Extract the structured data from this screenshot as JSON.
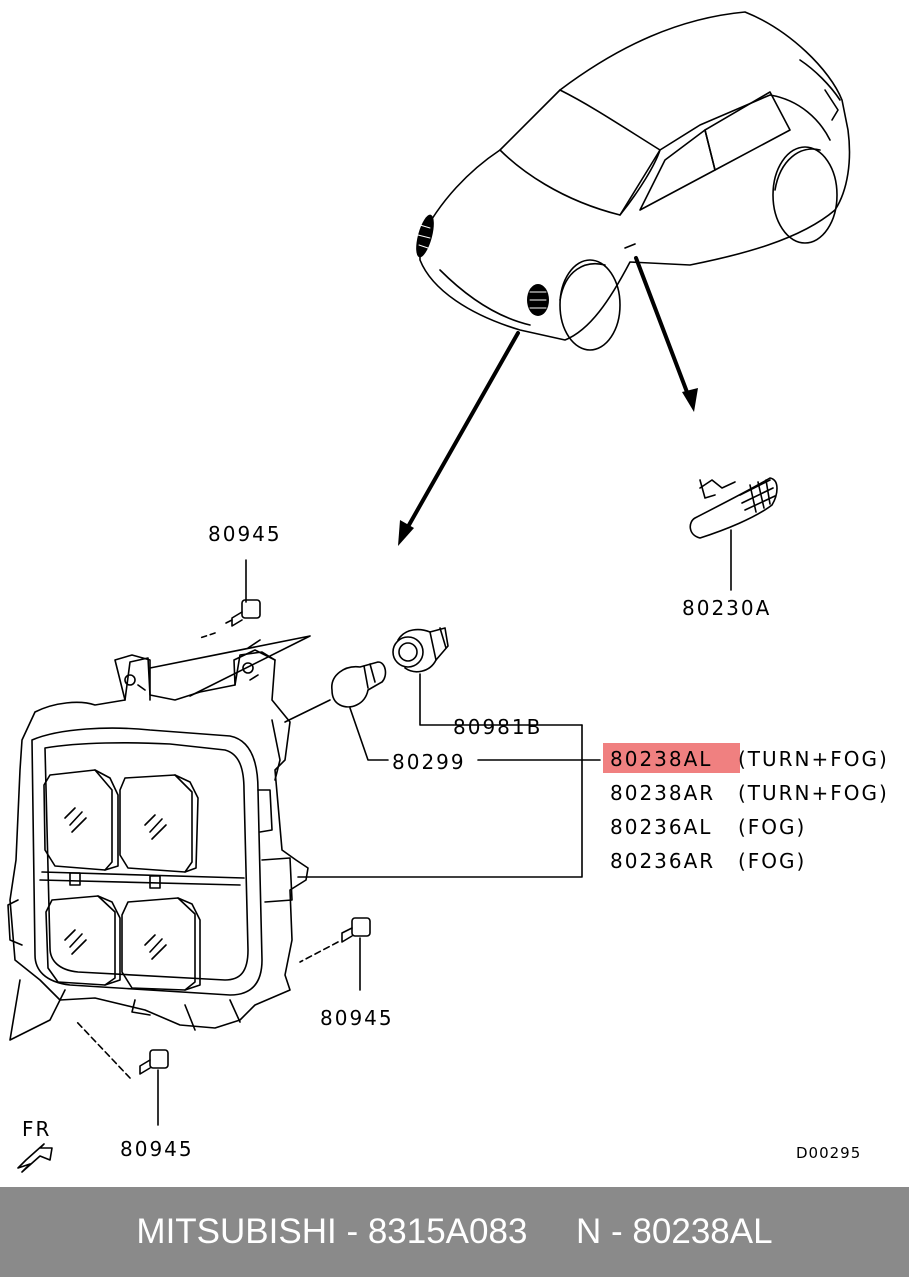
{
  "diagram": {
    "labels": {
      "bolt_top": "80945",
      "side_marker": "80230A",
      "socket": "80981B",
      "bulb": "80299",
      "bolt_right": "80945",
      "bolt_bottom": "80945",
      "code": "D00295",
      "fr": "FR"
    },
    "part_list": [
      {
        "part": "80238AL",
        "desc": "(TURN+FOG)",
        "highlighted": true
      },
      {
        "part": "80238AR",
        "desc": "(TURN+FOG)",
        "highlighted": false
      },
      {
        "part": "80236AL",
        "desc": "(FOG)",
        "highlighted": false
      },
      {
        "part": "80236AR",
        "desc": "(FOG)",
        "highlighted": false
      }
    ],
    "highlight_color": "#f08080"
  },
  "footer": {
    "text": "MITSUBISHI - 8315A083     N - 80238AL",
    "background": "#8a8a8a"
  }
}
